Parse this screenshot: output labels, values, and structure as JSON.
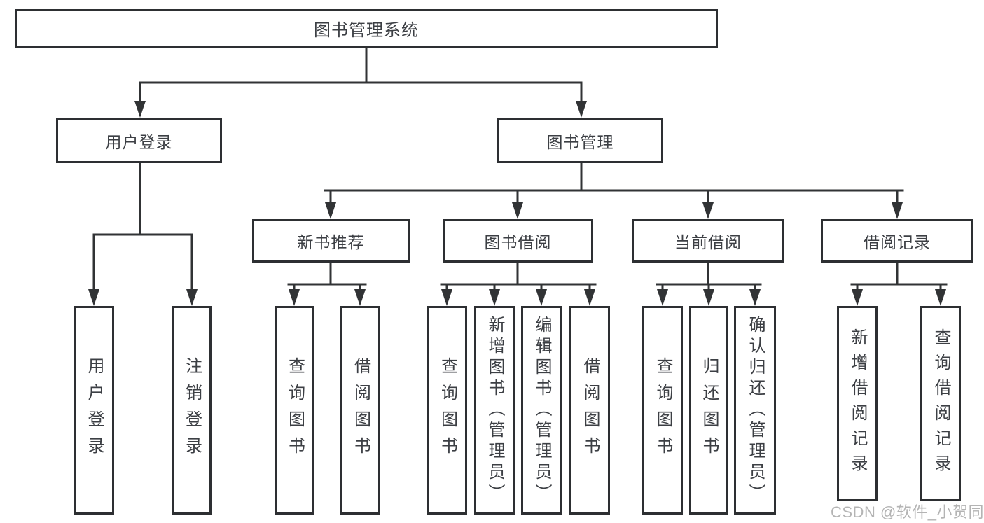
{
  "tree": {
    "label": "图书管理系统",
    "children": [
      {
        "label": "用户登录",
        "children": [
          {
            "label": "用户登录"
          },
          {
            "label": "注销登录"
          }
        ]
      },
      {
        "label": "图书管理",
        "children": [
          {
            "label": "新书推荐",
            "children": [
              {
                "label": "查询图书"
              },
              {
                "label": "借阅图书"
              }
            ]
          },
          {
            "label": "图书借阅",
            "children": [
              {
                "label": "查询图书"
              },
              {
                "label": "新增图书（管理员）"
              },
              {
                "label": "编辑图书（管理员）"
              },
              {
                "label": "借阅图书"
              }
            ]
          },
          {
            "label": "当前借阅",
            "children": [
              {
                "label": "查询图书"
              },
              {
                "label": "归还图书"
              },
              {
                "label": "确认归还（管理员）"
              }
            ]
          },
          {
            "label": "借阅记录",
            "children": [
              {
                "label": "新增借阅记录"
              },
              {
                "label": "查询借阅记录"
              }
            ]
          }
        ]
      }
    ]
  },
  "watermark": "CSDN @软件_小贺同学",
  "colors": {
    "line": "#313335",
    "box_border": "#2d2f32",
    "text": "#3c3f44",
    "background": "#ffffff",
    "watermark": "#b0b0b0"
  }
}
